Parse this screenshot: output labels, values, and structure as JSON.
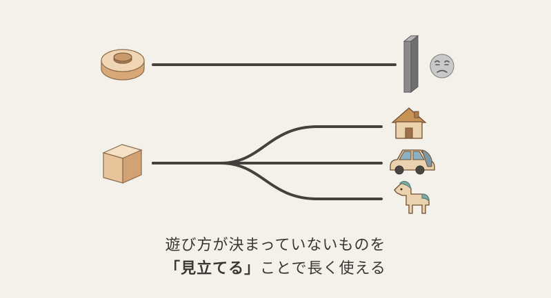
{
  "caption": {
    "line1": "遊び方が決まっていないものを",
    "line2_bold": "「見立てる」",
    "line2_rest": "ことで長く使える"
  },
  "icons": {
    "top_toy": "wooden-disc-toy-icon",
    "top_end": "wall-block-icon",
    "top_face": "sad-face-icon",
    "bottom_toy": "wooden-cube-block-icon",
    "branch_1": "house-icon",
    "branch_2": "car-icon",
    "branch_3": "horse-icon"
  },
  "colors": {
    "background": "#f4f1ea",
    "line": "#45403c",
    "wood_light": "#f0d6b4",
    "wood_dark": "#d9a878",
    "wall_gray": "#8a8a8a",
    "face_gray": "#c9c9c9",
    "car_blue": "#7e98a8",
    "horse_teal": "#7ba9a5"
  }
}
